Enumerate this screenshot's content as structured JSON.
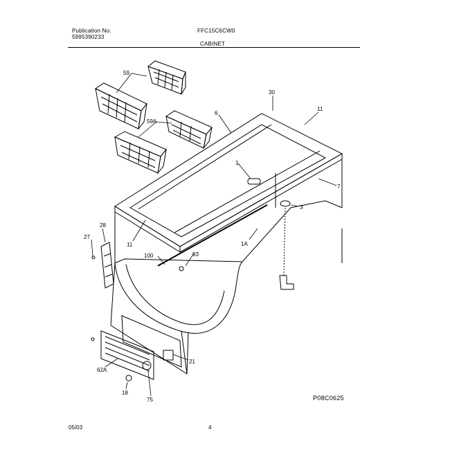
{
  "header": {
    "publication_label": "Publication No.",
    "publication_number": "5995390233",
    "model": "FFC15C6CW0",
    "section_title": "CABINET"
  },
  "parts": [
    {
      "id": "59"
    },
    {
      "id": "59A"
    },
    {
      "id": "6"
    },
    {
      "id": "30"
    },
    {
      "id": "11"
    },
    {
      "id": "1"
    },
    {
      "id": "7"
    },
    {
      "id": "3"
    },
    {
      "id": "11"
    },
    {
      "id": "28"
    },
    {
      "id": "27"
    },
    {
      "id": "1A"
    },
    {
      "id": "100"
    },
    {
      "id": "93"
    },
    {
      "id": "21"
    },
    {
      "id": "62A"
    },
    {
      "id": "75"
    },
    {
      "id": "18"
    }
  ],
  "footer": {
    "date": "05/03",
    "page": "4",
    "drawing_code": "P08C0625"
  }
}
